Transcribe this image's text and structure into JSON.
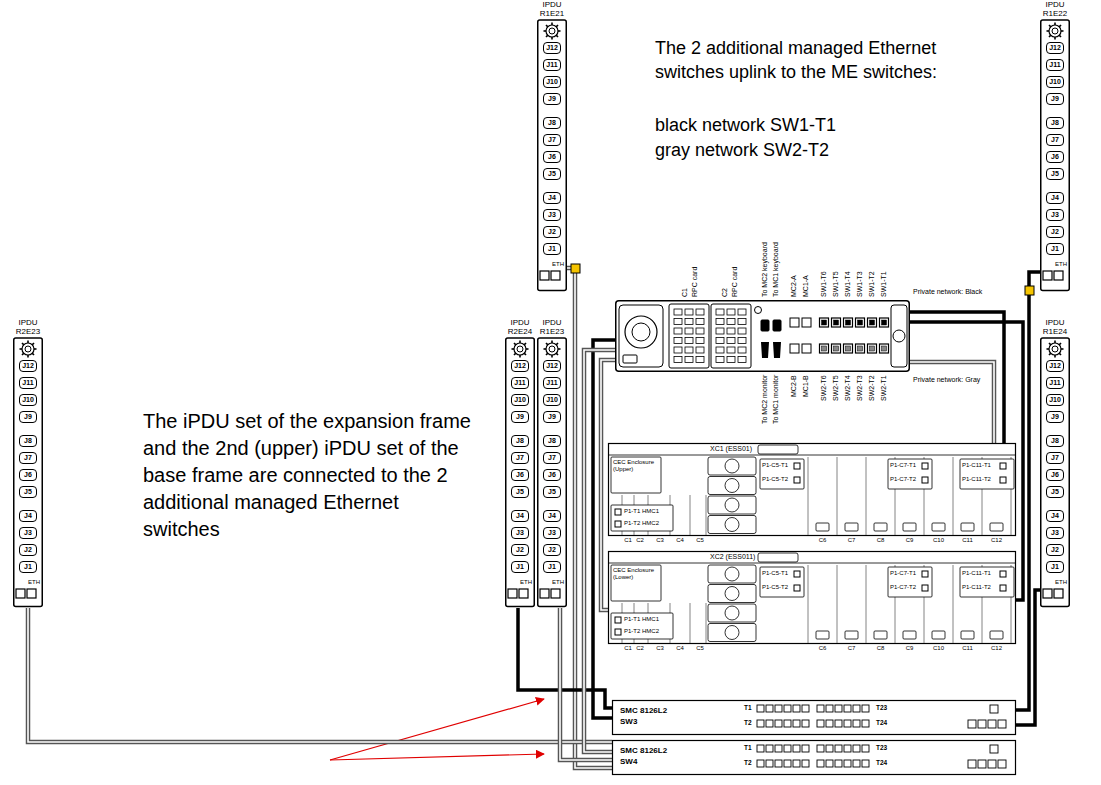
{
  "diagram": {
    "nodes": [
      {
        "text": [
          "IPDU R1E21",
          "J12",
          "J11",
          "J10",
          "J9",
          "J8",
          "J7",
          "J6",
          "J5",
          "J4",
          "J3",
          "J2",
          "J1",
          "ETH"
        ]
      },
      {
        "text": [
          "IPDU R1E22",
          "J12",
          "J11",
          "J10",
          "J9",
          "J8",
          "J7",
          "J6",
          "J5",
          "J4",
          "J3",
          "J2",
          "J1",
          "ETH"
        ]
      },
      {
        "text": [
          "IPDU R2E23",
          "J12",
          "J11",
          "J10",
          "J9",
          "J8",
          "J7",
          "J6",
          "J5",
          "J4",
          "J3",
          "J2",
          "J1",
          "ETH"
        ]
      },
      {
        "text": [
          "IPDU R2E24",
          "J12",
          "J11",
          "J10",
          "J9",
          "J8",
          "J7",
          "J6",
          "J5",
          "J4",
          "J3",
          "J2",
          "J1",
          "ETH"
        ]
      },
      {
        "text": [
          "IPDU R1E23",
          "J12",
          "J11",
          "J10",
          "J9",
          "J8",
          "J7",
          "J6",
          "J5",
          "J4",
          "J3",
          "J2",
          "J1",
          "ETH"
        ]
      },
      {
        "text": [
          "IPDU R1E24",
          "J12",
          "J11",
          "J10",
          "J9",
          "J8",
          "J7",
          "J6",
          "J5",
          "J4",
          "J3",
          "J2",
          "J1",
          "ETH"
        ]
      },
      {
        "text": [
          "C1",
          "RPC card",
          "C2",
          "RPC card",
          "To MC2 keyboard",
          "To MC1 keyboard",
          "MC2-A",
          "MC1-A",
          "SW1-T6",
          "SW1-T5",
          "SW1-T4",
          "SW1-T3",
          "SW1-T2",
          "SW1-T1",
          "Private network: Black",
          "To MC2 monitor",
          "To MC1 monitor",
          "MC2-B",
          "MC1-B",
          "SW2-T6",
          "SW2-T5",
          "SW2-T4",
          "SW2-T3",
          "SW2-T2",
          "SW2-T1",
          "Private network: Gray"
        ]
      },
      {
        "text": [
          "CEC Enclosure (Upper)",
          "XC1 (ESS01)",
          "P1-T1 HMC1",
          "P1-T2 HMC2",
          "P1-C5-T1",
          "P1-C5-T2",
          "P1-C7-T1",
          "P1-C7-T2",
          "P1-C11-T1",
          "P1-C11-T2",
          "C1",
          "C2",
          "C3",
          "C4",
          "C5",
          "C6",
          "C7",
          "C8",
          "C9",
          "C10",
          "C11",
          "C12"
        ]
      },
      {
        "text": [
          "CEC Enclosure (Lower)",
          "XC2 (ESS011)",
          "P1-T1 HMC1",
          "P1-T2 HMC2",
          "P1-C5-T1",
          "P1-C5-T2",
          "P1-C7-T1",
          "P1-C7-T2",
          "P1-C11-T1",
          "P1-C11-T2",
          "C1",
          "C2",
          "C3",
          "C4",
          "C5",
          "C6",
          "C7",
          "C8",
          "C9",
          "C10",
          "C11",
          "C12"
        ]
      },
      {
        "text": [
          "SMC 8126L2 SW3",
          "T1",
          "T2",
          "T23",
          "T24"
        ]
      },
      {
        "text": [
          "SMC 8126L2 SW4",
          "T1",
          "T2",
          "T23",
          "T24"
        ]
      }
    ],
    "edges": [
      {
        "from": 0,
        "to": 10,
        "arrow": "none"
      },
      {
        "from": 1,
        "to": 9,
        "arrow": "none"
      },
      {
        "from": 2,
        "to": 10,
        "arrow": "none"
      },
      {
        "from": 3,
        "to": 9,
        "arrow": "none"
      },
      {
        "from": 4,
        "to": 10,
        "arrow": "none"
      },
      {
        "from": 5,
        "to": 9,
        "arrow": "none"
      },
      {
        "from": 6,
        "to": 7,
        "arrow": "none"
      },
      {
        "from": 6,
        "to": 8,
        "arrow": "none"
      },
      {
        "from": 6,
        "to": 7,
        "arrow": "none"
      },
      {
        "from": 6,
        "to": 8,
        "arrow": "none"
      },
      {
        "from": 6,
        "to": 9,
        "arrow": "none"
      },
      {
        "from": 6,
        "to": 10,
        "arrow": "none"
      }
    ],
    "labels": [
      "The 2 additional managed Ethernet switches uplink to the ME switches:",
      "black network SW1-T1",
      "gray network SW2-T2",
      "The iPDU set of the expansion frame and the 2nd (upper) iPDU set of the base frame are connected to the 2 additional managed Ethernet switches"
    ]
  }
}
